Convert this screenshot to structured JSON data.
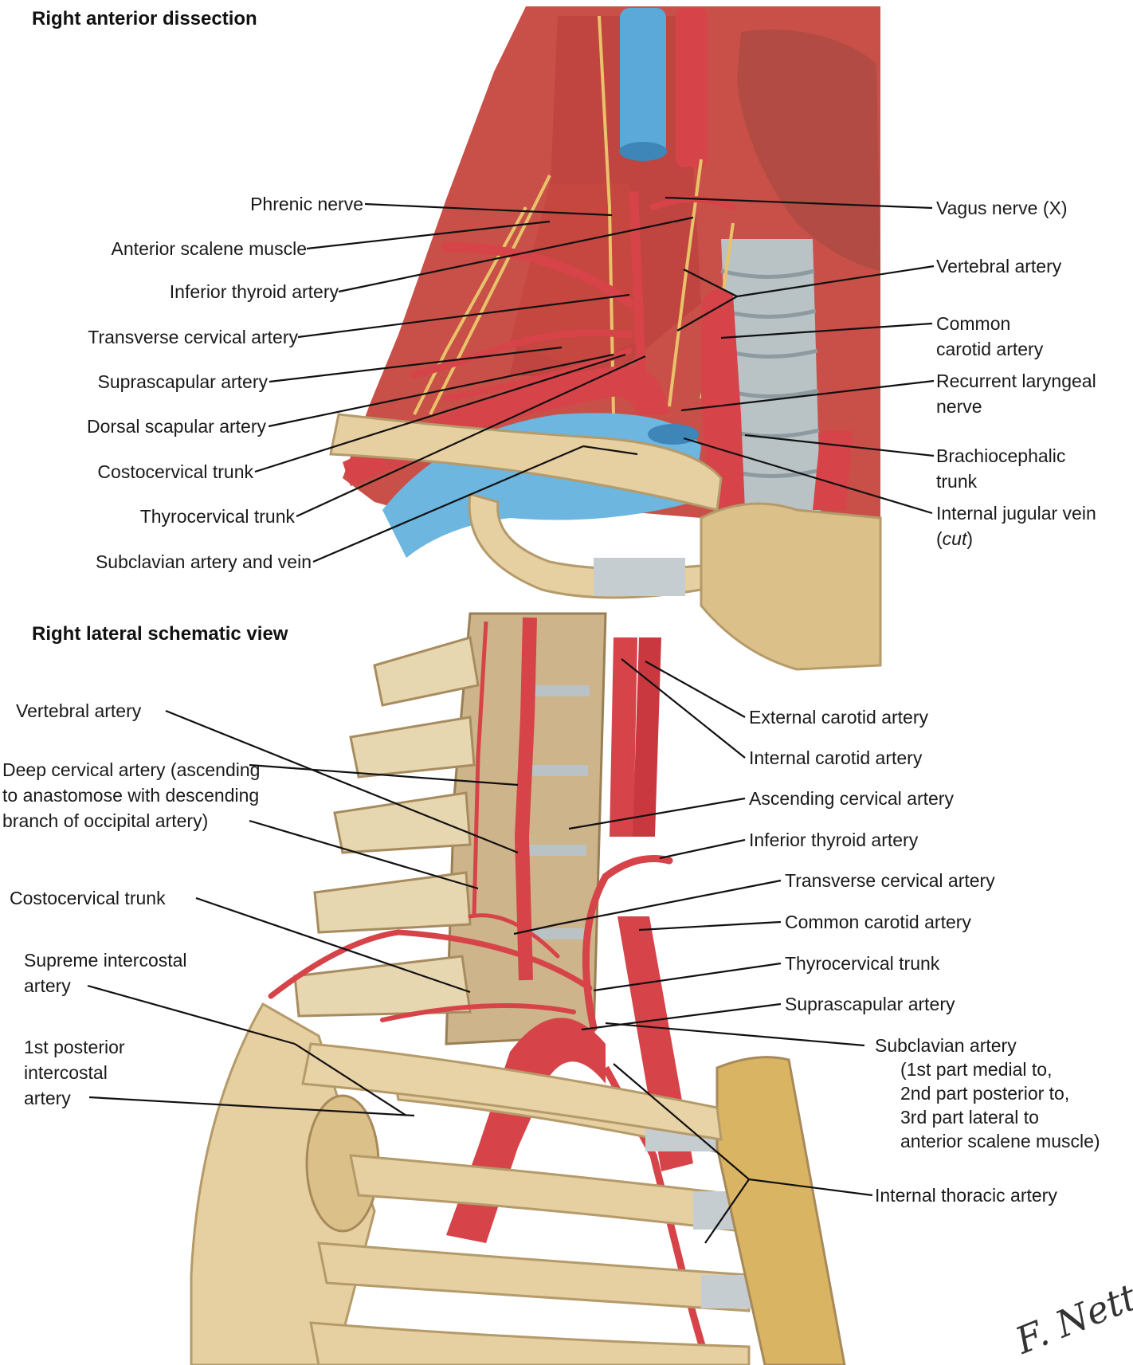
{
  "top_title": "Right anterior dissection",
  "bottom_title": "Right lateral schematic view",
  "top_labels_left": [
    "Phrenic nerve",
    "Anterior scalene muscle",
    "Inferior thyroid artery",
    "Transverse cervical artery",
    "Suprascapular artery",
    "Dorsal scapular artery",
    "Costocervical trunk",
    "Thyrocervical trunk",
    "Subclavian artery and vein"
  ],
  "top_labels_right": {
    "vagus": "Vagus nerve (X)",
    "vertebral": "Vertebral artery",
    "common_carotid_1": "Common",
    "common_carotid_2": "carotid artery",
    "recurrent_1": "Recurrent laryngeal",
    "recurrent_2": "nerve",
    "brachio_1": "Brachiocephalic",
    "brachio_2": "trunk",
    "ijv_1": "Internal jugular vein",
    "ijv_2": "cut"
  },
  "bottom_labels_left": {
    "vertebral": "Vertebral artery",
    "deep_1": "Deep cervical artery (ascending",
    "deep_2": "to anastomose with descending",
    "deep_3": "branch of occipital artery)",
    "costo": "Costocervical trunk",
    "supreme_1": "Supreme intercostal",
    "supreme_2": "artery",
    "post_1": "1st posterior",
    "post_2": "intercostal",
    "post_3": "artery"
  },
  "bottom_labels_right": {
    "ext_carotid": "External carotid artery",
    "int_carotid": "Internal carotid artery",
    "asc_cervical": "Ascending cervical artery",
    "inf_thyroid": "Inferior thyroid artery",
    "trans_cervical": "Transverse cervical artery",
    "common_carotid": "Common carotid artery",
    "thyrocervical": "Thyrocervical trunk",
    "suprascapular": "Suprascapular artery",
    "subclavian_1": "Subclavian artery",
    "subclavian_2": "(1st part medial to,",
    "subclavian_3": "2nd part posterior to,",
    "subclavian_4": "3rd part lateral to",
    "subclavian_5": "anterior scalene muscle)",
    "int_thoracic": "Internal thoracic artery"
  },
  "signature": "F. Netter M.D.",
  "colors": {
    "artery": "#d9404a",
    "vein": "#6cb6e0",
    "muscle": "#c8504a",
    "bone": "#e6cfa0",
    "nerve": "#e8c36a",
    "cartilage": "#b9c3c6"
  }
}
